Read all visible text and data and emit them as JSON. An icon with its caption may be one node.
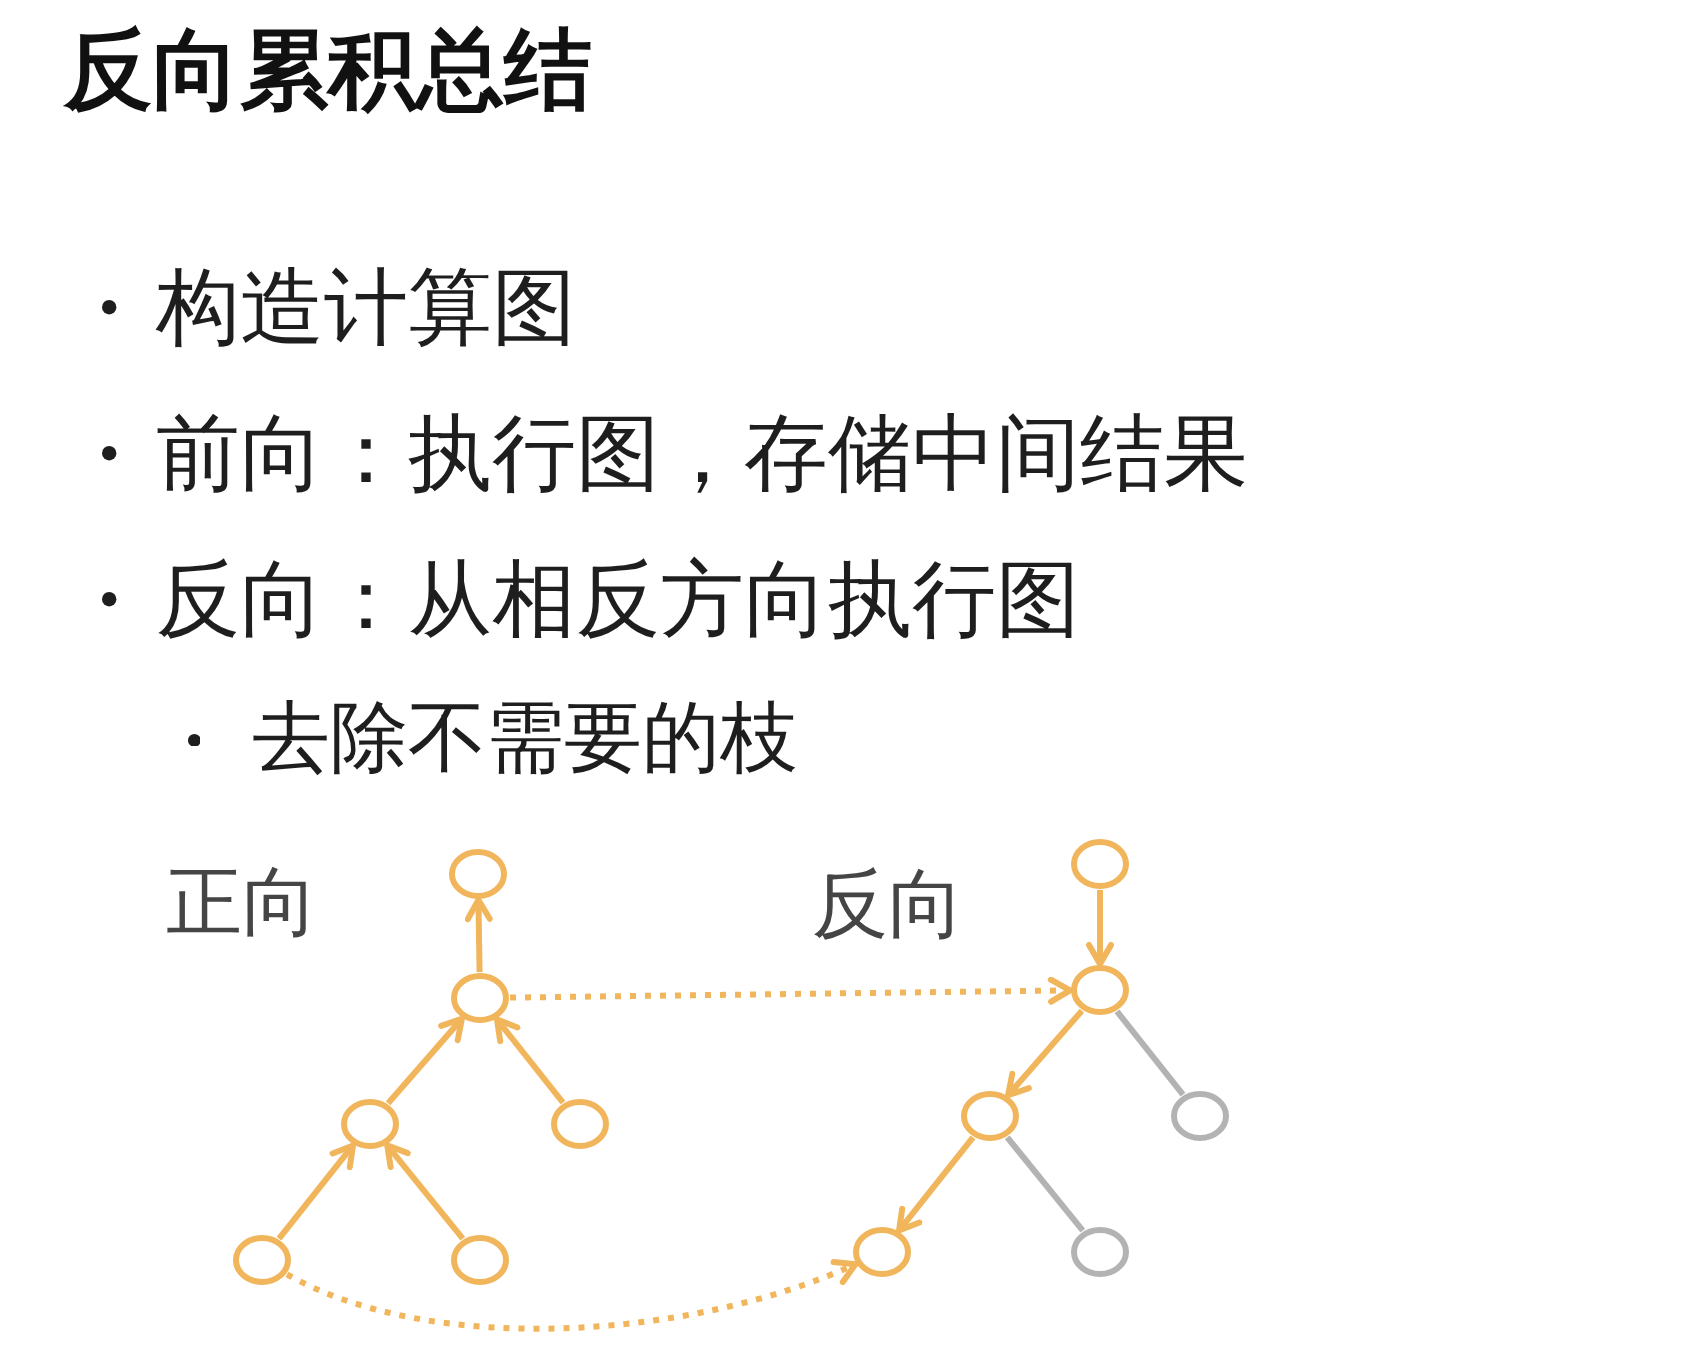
{
  "diagram": {
    "title": "反向累积总结",
    "nodes": [
      {
        "text": [],
        "shape": "circle"
      },
      {
        "text": [],
        "shape": "circle"
      },
      {
        "text": [],
        "shape": "circle"
      },
      {
        "text": [],
        "shape": "circle"
      },
      {
        "text": [],
        "shape": "circle"
      },
      {
        "text": [],
        "shape": "circle"
      },
      {
        "text": [],
        "shape": "circle"
      },
      {
        "text": [],
        "shape": "circle"
      },
      {
        "text": [],
        "shape": "circle"
      },
      {
        "text": [],
        "shape": "circle"
      },
      {
        "text": [],
        "shape": "circle"
      },
      {
        "text": [],
        "shape": "circle"
      }
    ],
    "edges": [
      {
        "from": 1,
        "to": 0,
        "arrow": "to"
      },
      {
        "from": 2,
        "to": 1,
        "arrow": "to"
      },
      {
        "from": 3,
        "to": 1,
        "arrow": "to"
      },
      {
        "from": 4,
        "to": 2,
        "arrow": "to"
      },
      {
        "from": 5,
        "to": 2,
        "arrow": "to"
      },
      {
        "from": 1,
        "to": 7,
        "arrow": "to",
        "style": "dashed"
      },
      {
        "from": 4,
        "to": 10,
        "arrow": "to",
        "style": "dashed"
      },
      {
        "from": 6,
        "to": 7,
        "arrow": "to"
      },
      {
        "from": 7,
        "to": 8,
        "arrow": "to"
      },
      {
        "from": 8,
        "to": 10,
        "arrow": "to"
      },
      {
        "from": 7,
        "to": 9,
        "arrow": "none",
        "color": "#b3b3b3"
      },
      {
        "from": 8,
        "to": 11,
        "arrow": "none",
        "color": "#b3b3b3"
      }
    ],
    "labels": [
      "构造计算图",
      "前向：执行图，存储中间结果",
      "反向：从相反方向执行图",
      "去除不需要的枝",
      "正向",
      "反向"
    ]
  }
}
